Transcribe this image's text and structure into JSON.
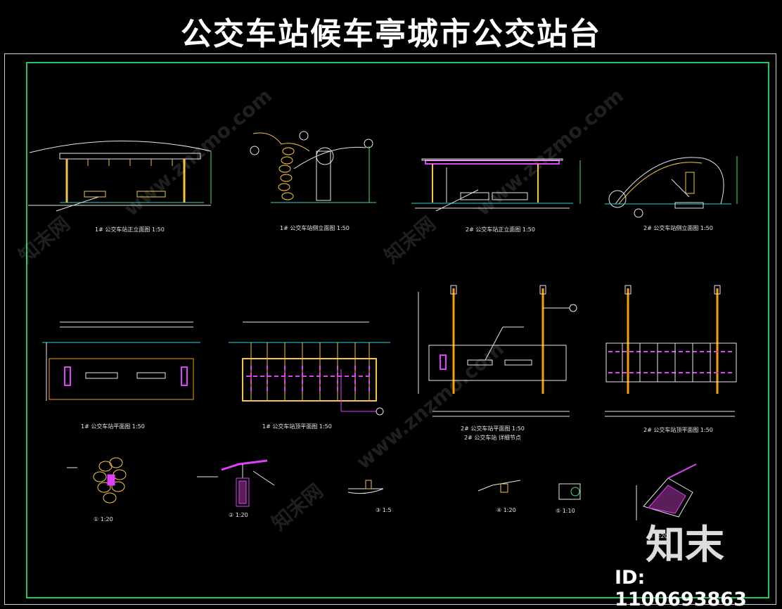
{
  "title": "公交车站候车亭城市公交站台",
  "captions": {
    "c1": "1# 公交车站正立面图 1:50",
    "c2": "1# 公交车站侧立面图 1:50",
    "c3": "2# 公交车站正立面图 1:50",
    "c4": "2# 公交车站侧立面图 1:50",
    "c5": "1# 公交车站平面图 1:50",
    "c6": "1# 公交车站顶平面图 1:50",
    "c7": "2# 公交车站平面图 1:50",
    "c7b": "2# 公交车站   详细节点",
    "c8": "2# 公交车站顶平面图 1:50",
    "d1": "① 1:20",
    "d2": "② 1:20",
    "d3": "③ 1:5",
    "d4": "④ 1:20",
    "d5": "⑤ 1:10",
    "d6": "⑥ 1:20"
  },
  "watermark": {
    "logo_text": "知末",
    "id_text": "ID: 1100693863",
    "diagonal_text": "www.znzmo.com",
    "diagonal_cn": "知末网"
  },
  "colors": {
    "background": "#000000",
    "frame_green": "#22c55e",
    "cad_yellow": "#f5c542",
    "cad_cyan": "#2dd4d4",
    "cad_magenta": "#e040fb",
    "cad_white": "#e6e6e6",
    "cad_green": "#4ade80",
    "cad_orange": "#f59e0b"
  }
}
